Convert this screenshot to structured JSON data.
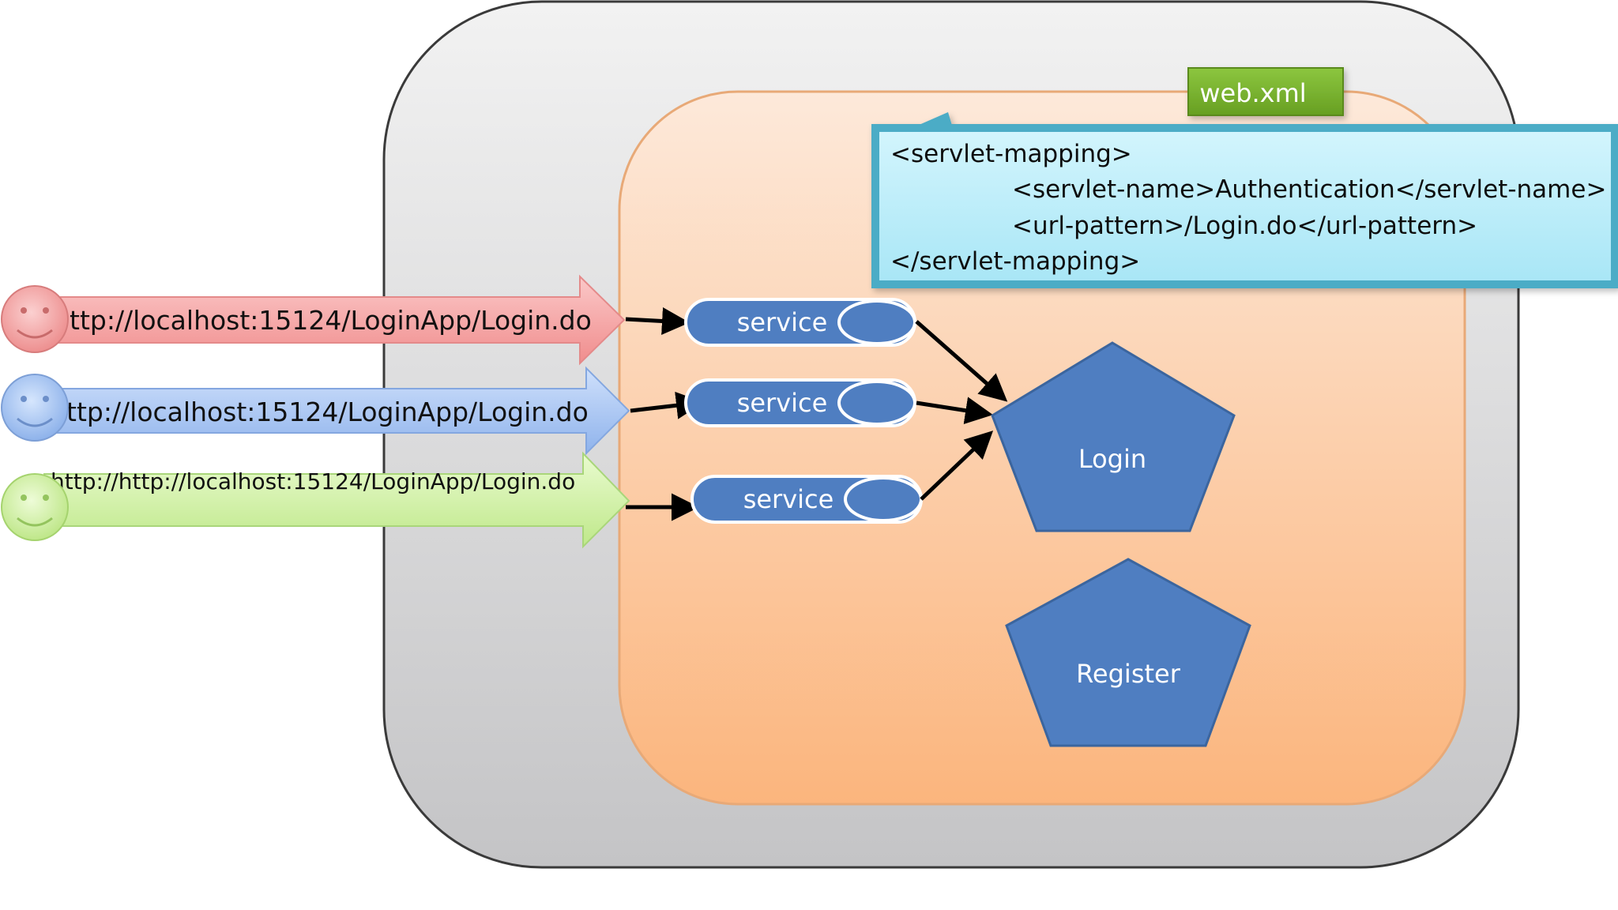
{
  "badge": {
    "label": "web.xml"
  },
  "xml_snippet": {
    "lines": [
      "<servlet-mapping>",
      "<servlet-name>Authentication</servlet-name>",
      "<url-pattern>/Login.do</url-pattern>",
      "</servlet-mapping>"
    ]
  },
  "requests": [
    {
      "url": "ttp://localhost:15124/LoginApp/Login.do"
    },
    {
      "url": "ttp://localhost:15124/LoginApp/Login.do"
    },
    {
      "url": "http://http://localhost:15124/LoginApp/Login.do"
    }
  ],
  "services": [
    {
      "label": "service"
    },
    {
      "label": "service"
    },
    {
      "label": "service"
    }
  ],
  "servlets": {
    "login": "Login",
    "register": "Register"
  },
  "colors": {
    "server_fill": "#d2d2d4",
    "container_fill": "#fcc99c",
    "service_fill": "#4f7ec1",
    "servlet_fill": "#4f7ec1",
    "badge_fill": "#79b42b",
    "callout_fill": "#bdeefa",
    "callout_border": "#4bacc6",
    "arrow_red": "#f6aaaa",
    "arrow_blue": "#aac8f3",
    "arrow_green": "#d4f3a6"
  }
}
